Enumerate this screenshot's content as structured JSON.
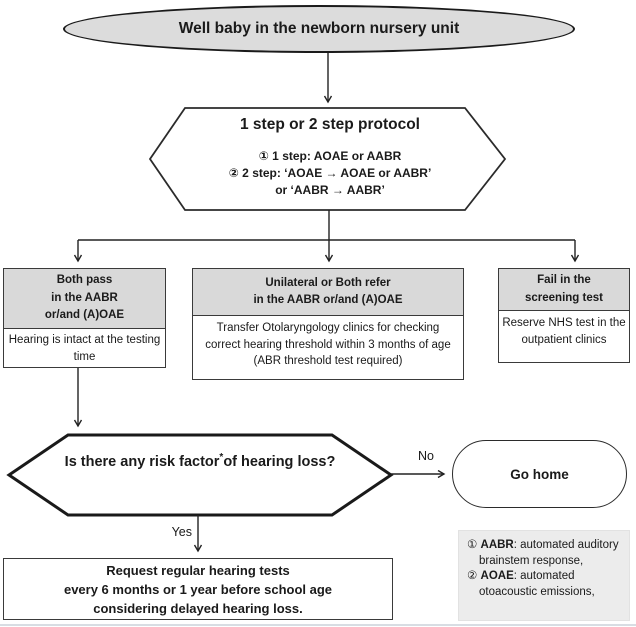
{
  "flow": {
    "start": {
      "label": "Well baby in the newborn nursery unit"
    },
    "protocol": {
      "title": "1 step or 2 step protocol",
      "line1": "① 1 step: AOAE or AABR",
      "line2": "② 2 step: ‘AOAE → AOAE or AABR’",
      "line3": "or ‘AABR → AABR’"
    },
    "outcomes": [
      {
        "header_lines": [
          "Both pass",
          "in the AABR",
          "or/and (A)OAE"
        ],
        "body": "Hearing is intact at the testing time"
      },
      {
        "header_lines": [
          "Unilateral or Both refer",
          "in the AABR or/and (A)OAE"
        ],
        "body": "Transfer Otolaryngology clinics for checking correct hearing threshold within 3 months of age (ABR threshold test required)"
      },
      {
        "header_lines": [
          "Fail in the",
          "screening test"
        ],
        "body": "Reserve NHS test in the outpatient clinics"
      }
    ],
    "risk_question": {
      "text_before": "Is there any risk factor",
      "asterisk": "*",
      "text_after": "of hearing loss?"
    },
    "no_label": "No",
    "yes_label": "Yes",
    "go_home": {
      "label": "Go home"
    },
    "followup": {
      "lines": [
        "Request regular hearing tests",
        "every 6 months or 1 year before school age",
        "considering delayed hearing loss."
      ]
    },
    "legend": {
      "items": [
        {
          "num": "① ",
          "abbr": "AABR",
          "desc": ": automated auditory brainstem response,"
        },
        {
          "num": "② ",
          "abbr": "AOAE",
          "desc": ": automated otoacoustic emissions,"
        }
      ]
    }
  },
  "colors": {
    "shape_fill_gray": "#dcdcdc",
    "header_gray": "#d9d9d9",
    "legend_gray": "#ececec",
    "line_black": "#222222"
  }
}
